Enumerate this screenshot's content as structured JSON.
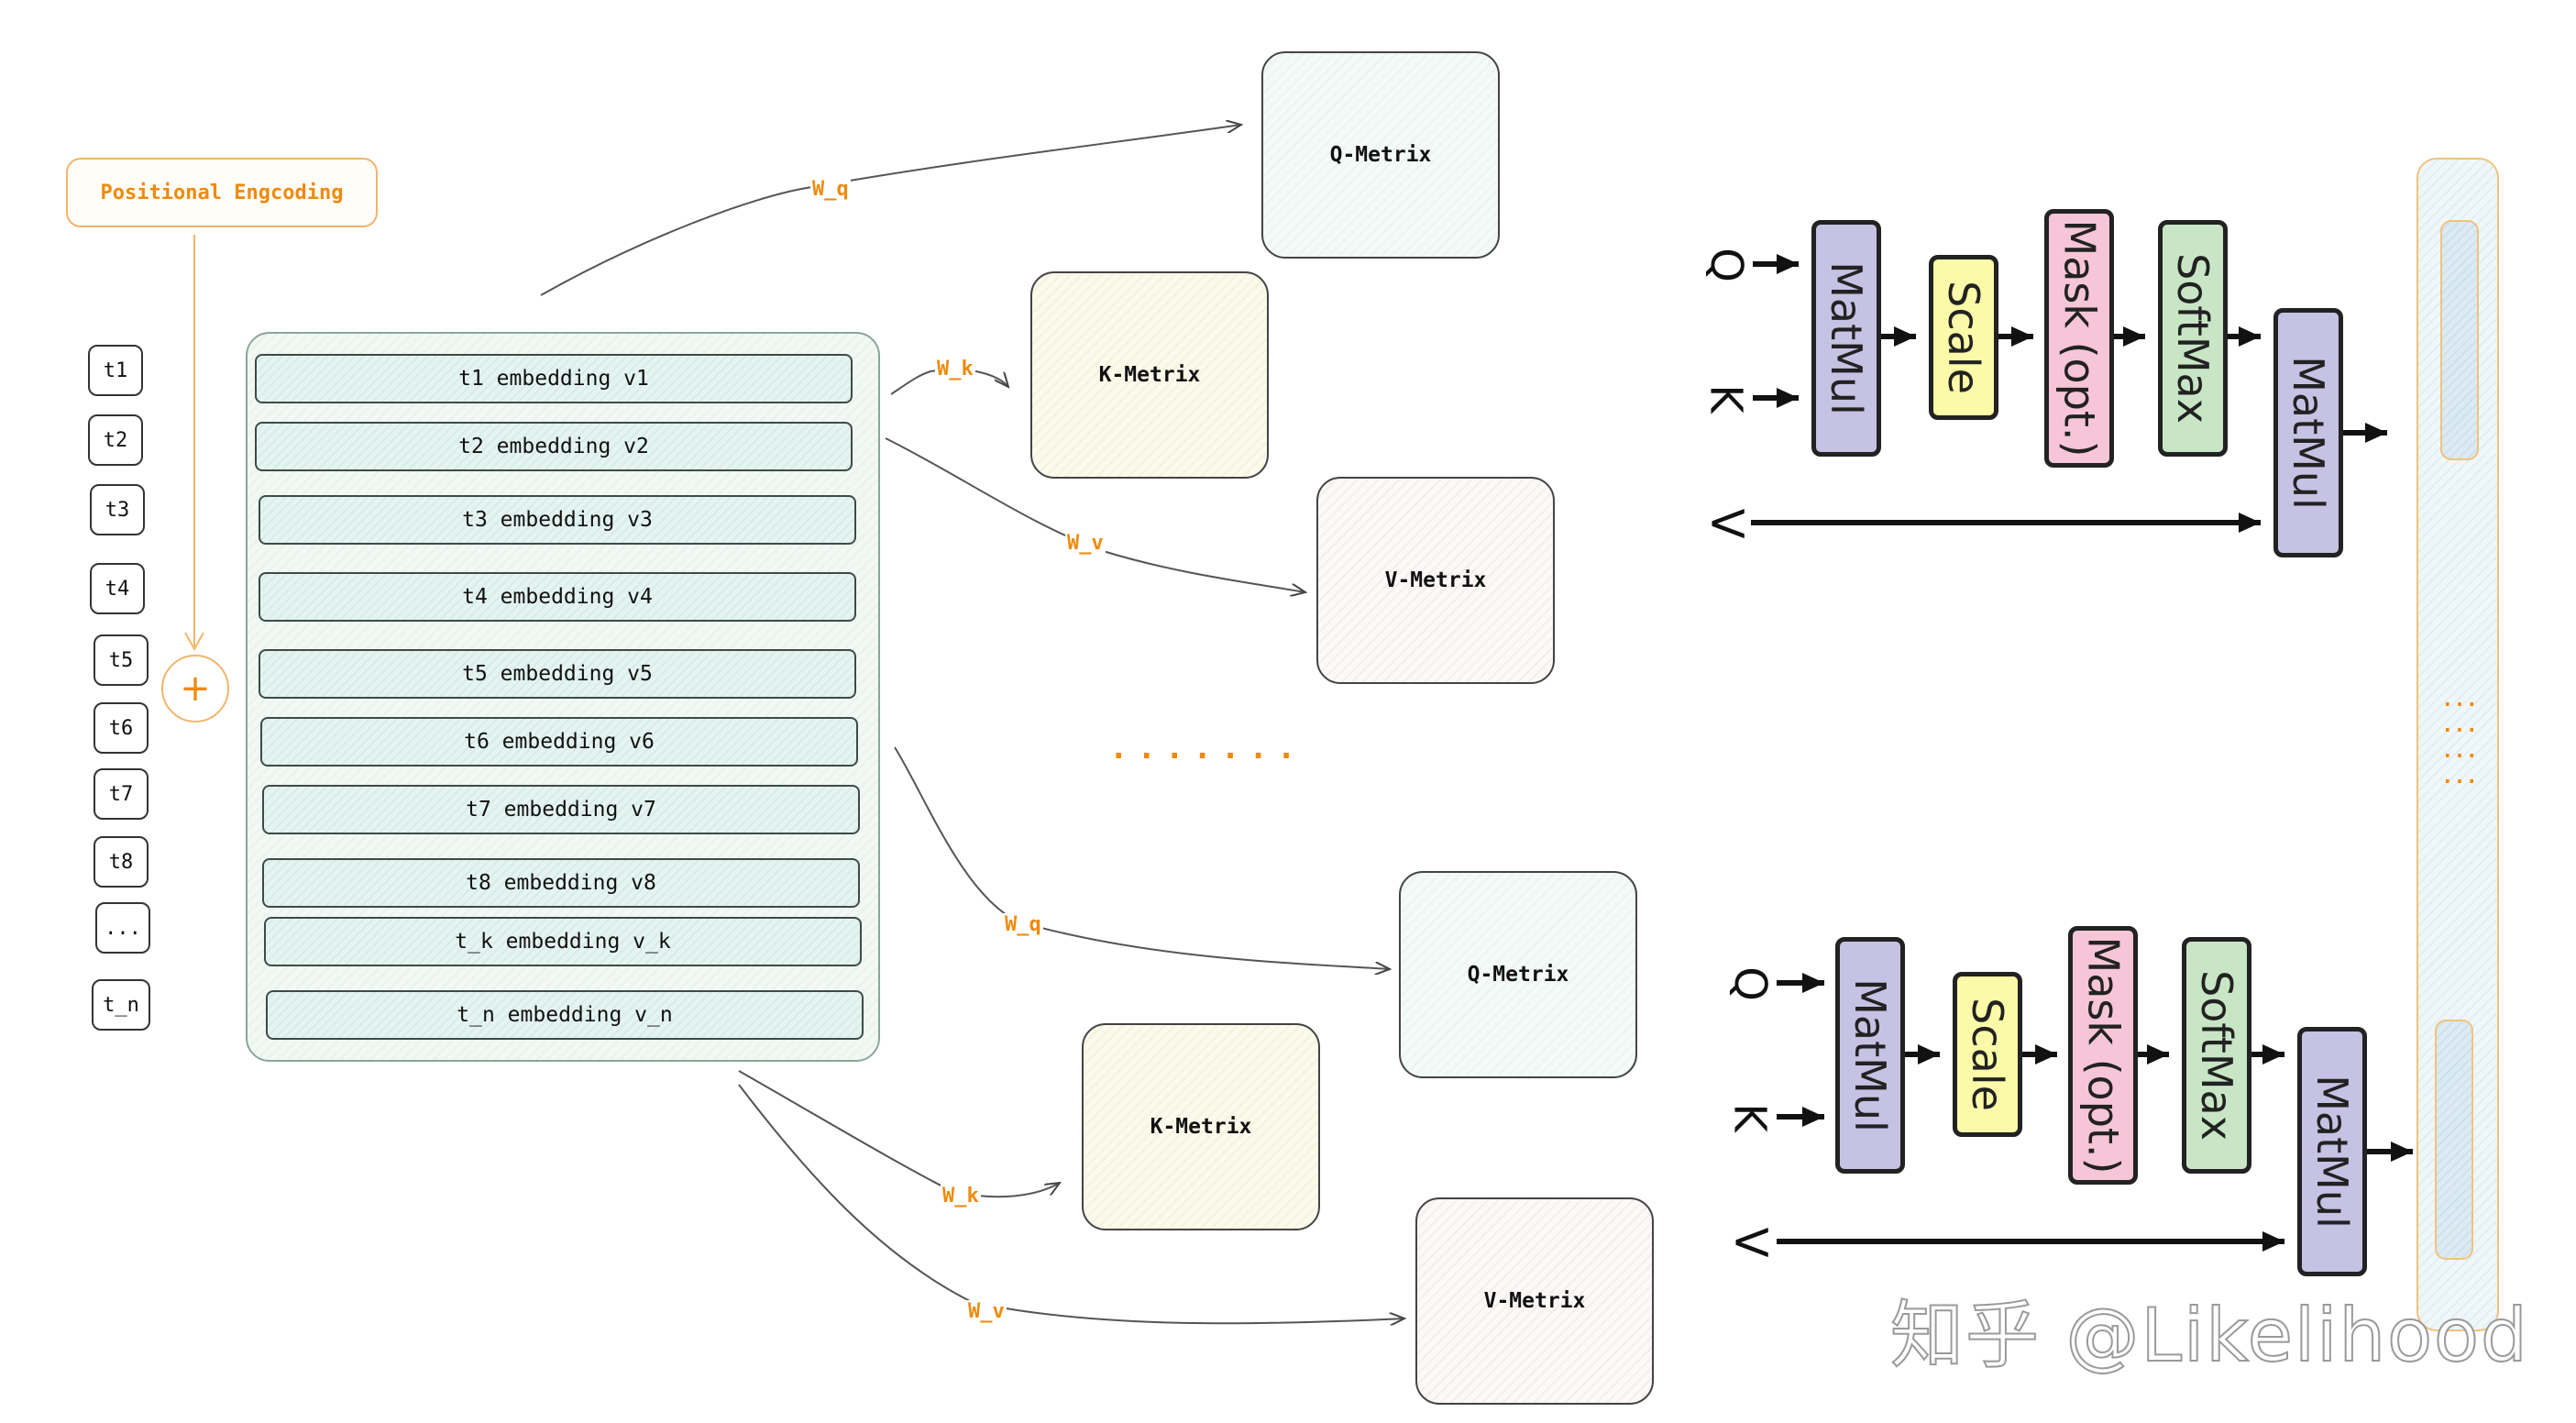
{
  "positional_encoding": {
    "label": "Positional Engcoding",
    "plus_symbol": "+"
  },
  "tokens": [
    "t1",
    "t2",
    "t3",
    "t4",
    "t5",
    "t6",
    "t7",
    "t8",
    "...",
    "t_n"
  ],
  "embeddings": [
    "t1 embedding v1",
    "t2 embedding v2",
    "t3 embedding v3",
    "t4 embedding v4",
    "t5 embedding v5",
    "t6 embedding v6",
    "t7 embedding v7",
    "t8 embedding v8",
    "t_k embedding v_k",
    "t_n embedding v_n"
  ],
  "weights": {
    "wq": "W_q",
    "wk": "W_k",
    "wv": "W_v"
  },
  "matrices": {
    "top": {
      "q": "Q-Metrix",
      "k": "K-Metrix",
      "v": "V-Metrix"
    },
    "bottom": {
      "q": "Q-Metrix",
      "k": "K-Metrix",
      "v": "V-Metrix"
    }
  },
  "middle_dots": ".......",
  "attention_blocks": {
    "inputs": {
      "q": "Q",
      "k": "K",
      "v": "V"
    },
    "matmul": "MatMul",
    "scale": "Scale",
    "mask": "Mask (opt.)",
    "softmax": "SoftMax",
    "matmul2": "MatMul",
    "colors": {
      "matmul": "#c6c2e4",
      "scale": "#fafaa8",
      "mask": "#f7c5d8",
      "softmax": "#c8e6c6"
    }
  },
  "side_dots": [
    "...",
    "...",
    "...",
    "..."
  ],
  "watermark": "知乎 @Likelihood",
  "colors": {
    "accent": "#ef8a0c",
    "line": "#555555"
  }
}
